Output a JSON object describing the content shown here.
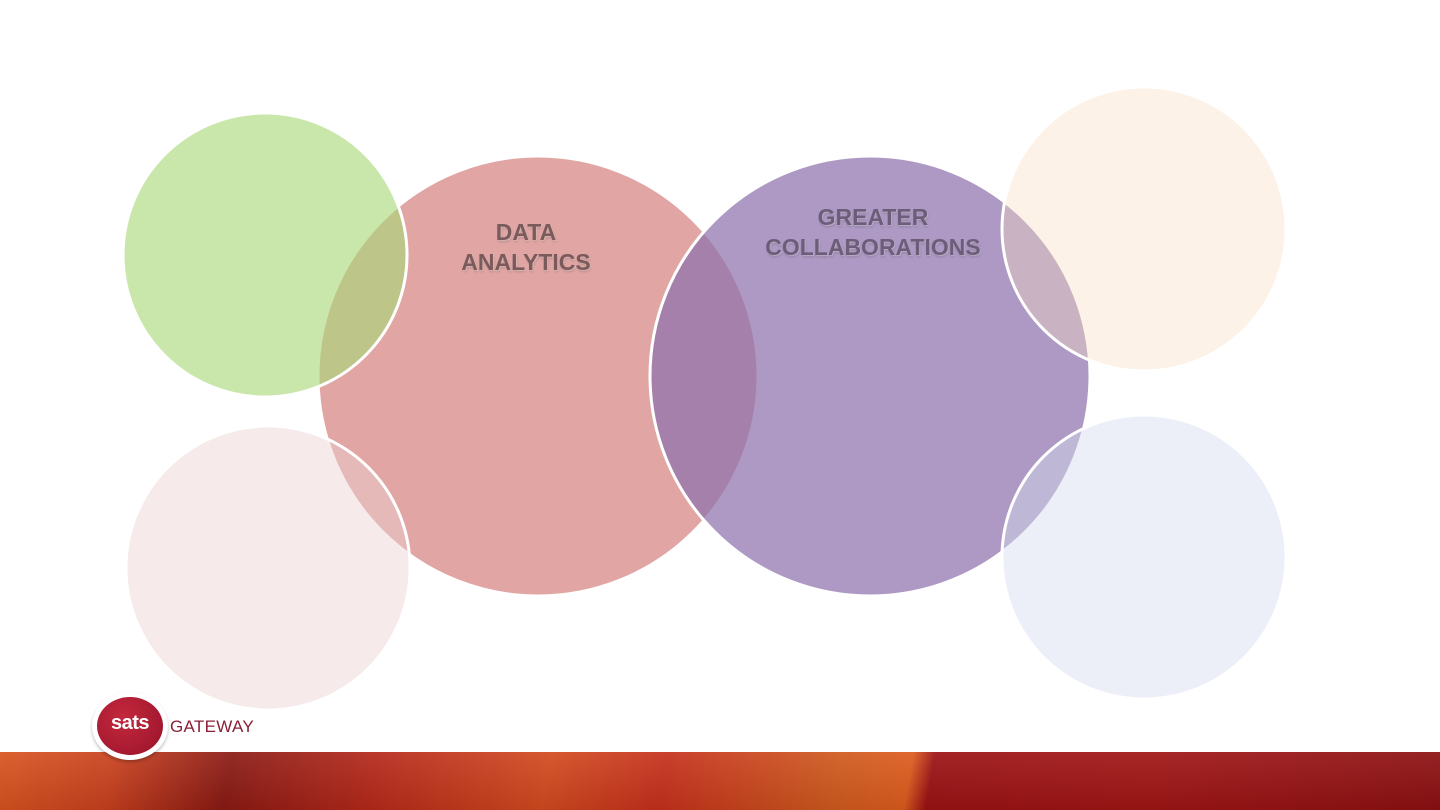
{
  "diagram": {
    "type": "overlapping-circles",
    "main_circles": [
      {
        "id": "data-analytics",
        "label": "DATA\nANALYTICS",
        "color": "#d4807d"
      },
      {
        "id": "greater-collaborations",
        "label": "GREATER\nCOLLABORATIONS",
        "color": "#8e72ac"
      }
    ],
    "satellite_circles": [
      {
        "id": "top-left",
        "label": "",
        "color": "#a8d878"
      },
      {
        "id": "bottom-left",
        "label": "",
        "color": "#f2e0e0"
      },
      {
        "id": "top-right",
        "label": "",
        "color": "#fcecdc"
      },
      {
        "id": "bottom-right",
        "label": "",
        "color": "#e2e8f4"
      }
    ]
  },
  "logo": {
    "mark": "sats",
    "text": "GATEWAY",
    "color": "#a51930"
  },
  "footer_band": {
    "colors": [
      "#d9541f",
      "#8a1a14",
      "#9c1214"
    ]
  }
}
